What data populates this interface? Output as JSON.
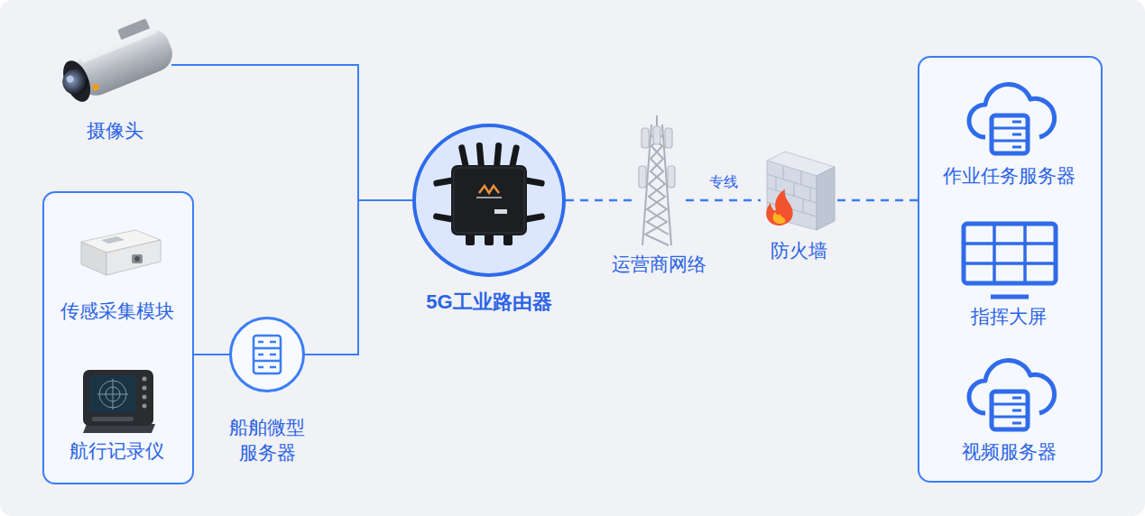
{
  "diagram": {
    "nodes": [
      {
        "text": [
          "摄像头"
        ]
      },
      {
        "text": []
      },
      {
        "text": [
          "传感采集模块"
        ],
        "in": 1
      },
      {
        "text": [
          "航行记录仪"
        ],
        "in": 1
      },
      {
        "text": [
          "船舶微型 服务器"
        ]
      },
      {
        "text": [
          "5G工业路由器"
        ]
      },
      {
        "text": [
          "运营商网络"
        ]
      },
      {
        "text": [
          "防火墙"
        ]
      },
      {
        "text": []
      },
      {
        "text": [
          "作业任务服务器"
        ],
        "in": 8
      },
      {
        "text": [
          "指挥大屏"
        ],
        "in": 8
      },
      {
        "text": [
          "视频服务器"
        ],
        "in": 8
      }
    ],
    "edges": [
      {
        "from": 0,
        "to": 5,
        "arrow": "none"
      },
      {
        "from": 4,
        "to": 5,
        "arrow": "none"
      },
      {
        "from": 1,
        "to": 4,
        "arrow": "none"
      },
      {
        "from": 5,
        "to": 6,
        "arrow": "none"
      },
      {
        "from": 6,
        "to": 7,
        "label": "专线",
        "arrow": "none"
      },
      {
        "from": 7,
        "to": 8,
        "arrow": "none"
      }
    ]
  }
}
